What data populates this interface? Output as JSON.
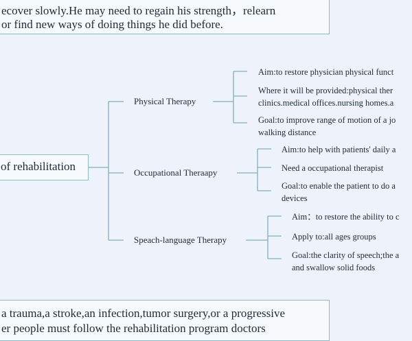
{
  "top_note": {
    "line1": "ecover slowly.He may need to regain his strength，relearn",
    "line2": "or find new ways of doing things he did before."
  },
  "bottom_note": {
    "line1": "a trauma,a stroke,an infection,tumor surgery,or a progressive",
    "line2": "er people must follow the rehabilitation program doctors"
  },
  "root": {
    "label": "of rehabilitation"
  },
  "branches": [
    {
      "label": "Physical Therapy",
      "leaves": [
        {
          "line1": "Aim:to restore physician physical funct"
        },
        {
          "line1": "Where it will be provided:physical ther",
          "line2": "clinics.medical offices.nursing homes.a"
        },
        {
          "line1": "Goal:to improve range of motion of a jo",
          "line2": "walking distance"
        }
      ]
    },
    {
      "label": "Occupational Theraapy",
      "leaves": [
        {
          "line1": "Aim:to help with patients' daily a"
        },
        {
          "line1": "Need a occupational therapist"
        },
        {
          "line1": "Goal:to enable the patient to do a",
          "line2": "devices"
        }
      ]
    },
    {
      "label": "Speach-language Therapy",
      "leaves": [
        {
          "line1": "Aim：to restore the ability to c"
        },
        {
          "line1": "Apply to:all ages groups"
        },
        {
          "line1": "Goal:the clarity of speech;the a",
          "line2": "and swallow solid foods"
        }
      ]
    }
  ]
}
